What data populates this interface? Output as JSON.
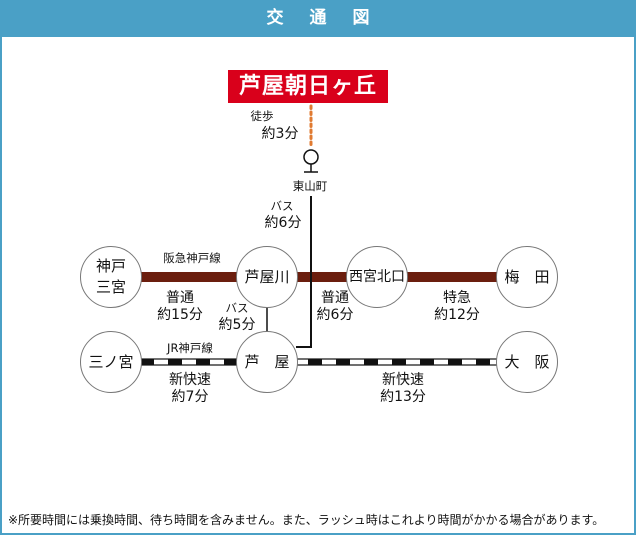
{
  "header": {
    "title": "交通図"
  },
  "destination": "芦屋朝日ヶ丘",
  "walk": {
    "mode": "徒歩",
    "time": "約3分"
  },
  "bus_stop": "東山町",
  "bus_main": {
    "mode": "バス",
    "time": "約6分"
  },
  "bus_sub": {
    "mode": "バス",
    "time": "約5分"
  },
  "lines": {
    "hankyu": {
      "name": "阪急神戸線",
      "color": "#6b1e0e"
    },
    "jr": {
      "name": "JR神戸線"
    }
  },
  "stations": {
    "kobe_sannomiya": "神戸\n三宮",
    "ashiyagawa": "芦屋川",
    "nishinomiya_kitaguchi": "西宮北口",
    "umeda": "梅　田",
    "sannomiya": "三ノ宮",
    "ashiya": "芦　屋",
    "osaka": "大　阪"
  },
  "segments": {
    "hankyu_west": {
      "type": "普通",
      "time": "約15分"
    },
    "hankyu_mid": {
      "type": "普通",
      "time": "約6分"
    },
    "hankyu_east": {
      "type": "特急",
      "time": "約12分"
    },
    "jr_west": {
      "type": "新快速",
      "time": "約7分"
    },
    "jr_east": {
      "type": "新快速",
      "time": "約13分"
    }
  },
  "note": "※所要時間には乗換時間、待ち時間を含みません。また、ラッシュ時はこれより時間がかかる場合があります。"
}
